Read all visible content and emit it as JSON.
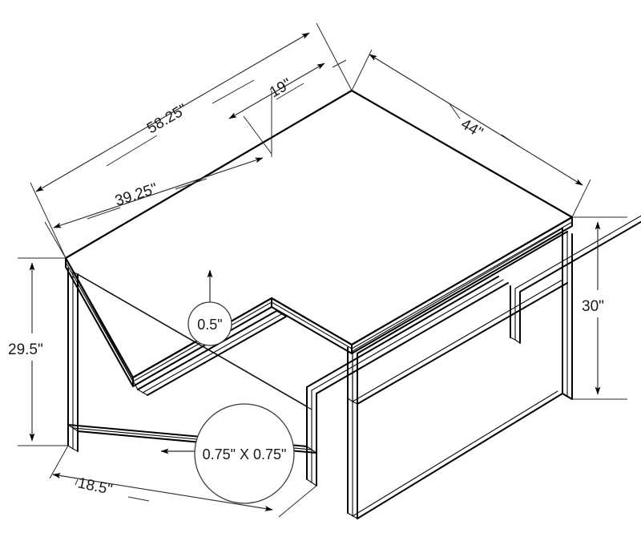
{
  "drawing": {
    "title": "L-Shaped Corner Desk Dimension Drawing",
    "units": "inches",
    "view": "isometric",
    "background_color": "#ffffff",
    "line_color": "#000000",
    "text_color": "#1a1a1a"
  },
  "dimensions": {
    "overall_left_wing": "58.25\"",
    "left_top_surface": "39.25\"",
    "corner_return": "19\"",
    "right_wing": "44\"",
    "left_height": "29.5\"",
    "right_height": "30\"",
    "left_depth": "18.5\"",
    "top_thickness": "0.5\"",
    "leg_profile": "0.75\" X 0.75\""
  },
  "callouts": [
    {
      "id": "thickness",
      "label": "0.5\"",
      "shape": "circle"
    },
    {
      "id": "leg-profile",
      "label": "0.75\" X 0.75\"",
      "shape": "circle"
    }
  ],
  "dimension_labels": [
    {
      "id": "d-58-25",
      "text": "58.25\"",
      "orientation": "diagonal-up-right"
    },
    {
      "id": "d-39-25",
      "text": "39.25\"",
      "orientation": "diagonal-up-right"
    },
    {
      "id": "d-19",
      "text": "19\"",
      "orientation": "diagonal-up-right"
    },
    {
      "id": "d-44",
      "text": "44\"",
      "orientation": "diagonal-down-right"
    },
    {
      "id": "d-29-5",
      "text": "29.5\"",
      "orientation": "vertical"
    },
    {
      "id": "d-30",
      "text": "30\"",
      "orientation": "vertical"
    },
    {
      "id": "d-18-5",
      "text": "18.5\"",
      "orientation": "diagonal-down-right"
    }
  ]
}
